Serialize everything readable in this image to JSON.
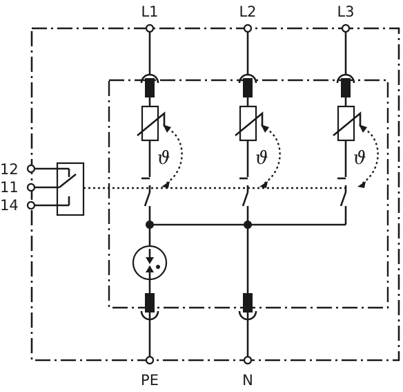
{
  "terminals": {
    "top": [
      "L1",
      "L2",
      "L3"
    ],
    "bottom": [
      "PE",
      "N"
    ],
    "contacts": [
      "12",
      "11",
      "14"
    ]
  },
  "thermal_symbol": "ϑ",
  "icons": {
    "varistor": "varistor-icon",
    "fuse": "fuse-icon",
    "spark_gap": "spark-gap-icon",
    "disconnect": "thermal-disconnect-icon",
    "signal_contact": "changeover-contact-icon"
  }
}
